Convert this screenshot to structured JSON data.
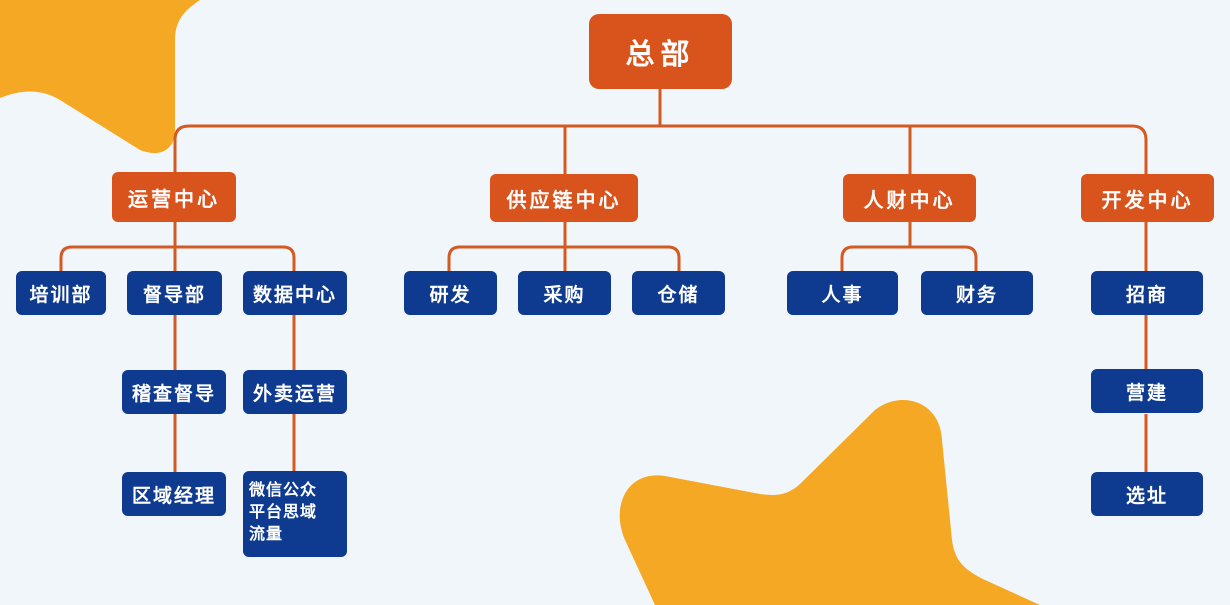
{
  "colors": {
    "background": "#f1f6fa",
    "accent_orange": "#d9531d",
    "node_blue": "#0e3a8f",
    "connector": "#d35a22",
    "star_yellow": "#f5a823"
  },
  "org_chart": {
    "root": {
      "label": "总部"
    },
    "departments": [
      {
        "label": "运营中心",
        "children": [
          {
            "label": "培训部"
          },
          {
            "label": "督导部",
            "children": [
              {
                "label": "稽查督导"
              },
              {
                "label": "区域经理"
              }
            ]
          },
          {
            "label": "数据中心",
            "children": [
              {
                "label": "外卖运营"
              },
              {
                "label": "微信公众\n平台思域\n流量"
              }
            ]
          }
        ]
      },
      {
        "label": "供应链中心",
        "children": [
          {
            "label": "研发"
          },
          {
            "label": "采购"
          },
          {
            "label": "仓储"
          }
        ]
      },
      {
        "label": "人财中心",
        "children": [
          {
            "label": "人事"
          },
          {
            "label": "财务"
          }
        ]
      },
      {
        "label": "开发中心",
        "children": [
          {
            "label": "招商",
            "children": [
              {
                "label": "营建"
              },
              {
                "label": "选址"
              }
            ]
          }
        ]
      }
    ]
  }
}
